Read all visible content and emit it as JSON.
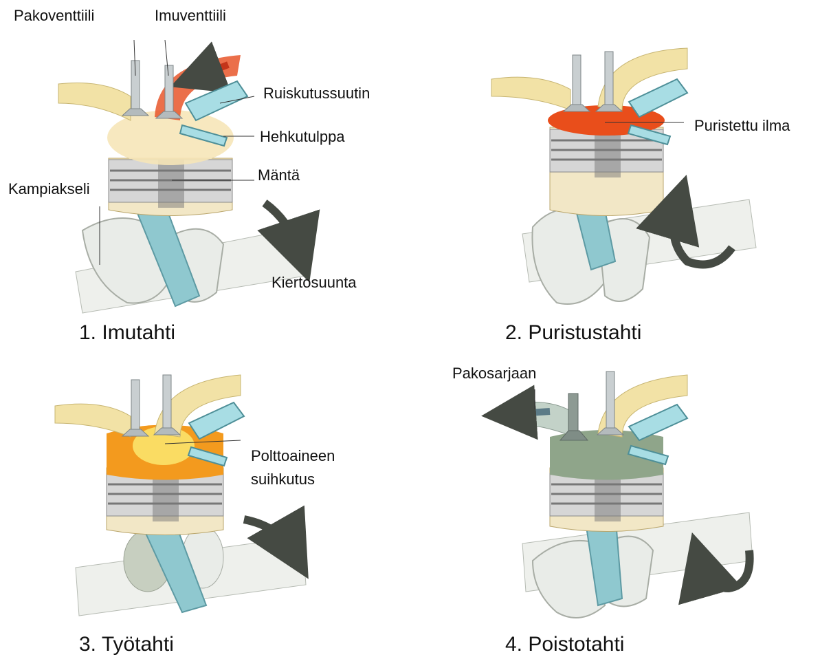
{
  "panels": [
    {
      "caption": "1. Imutahti",
      "labels": {
        "exhaust_valve": "Pakoventtiili",
        "intake_valve": "Imuventtiili",
        "injector": "Ruiskutussuutin",
        "glow_plug": "Hehkutulppa",
        "piston": "Mäntä",
        "crankshaft": "Kampiakseli",
        "rotation": "Kiertosuunta"
      },
      "chamber_color": "#f6e6b8",
      "intake_flow_color": "#e8562a"
    },
    {
      "caption": "2. Puristustahti",
      "labels": {
        "compressed_air": "Puristettu ilma"
      },
      "chamber_color": "#e94e1b"
    },
    {
      "caption": "3. Työtahti",
      "labels": {
        "fuel_injection_line1": "Polttoaineen",
        "fuel_injection_line2": "suihkutus"
      },
      "chamber_color": "#f39a1e"
    },
    {
      "caption": "4. Poistotahti",
      "labels": {
        "exhaust_manifold": "Pakosarjaan"
      },
      "chamber_color": "#8fa58a"
    }
  ],
  "colors": {
    "port": "#f2e2a6",
    "piston": "#d9d9d9",
    "rod": "#8fc8cf",
    "crank": "#e9ece8",
    "arrow": "#454a43",
    "injector": "#a8dde4",
    "valve": "#c9cfd1"
  }
}
